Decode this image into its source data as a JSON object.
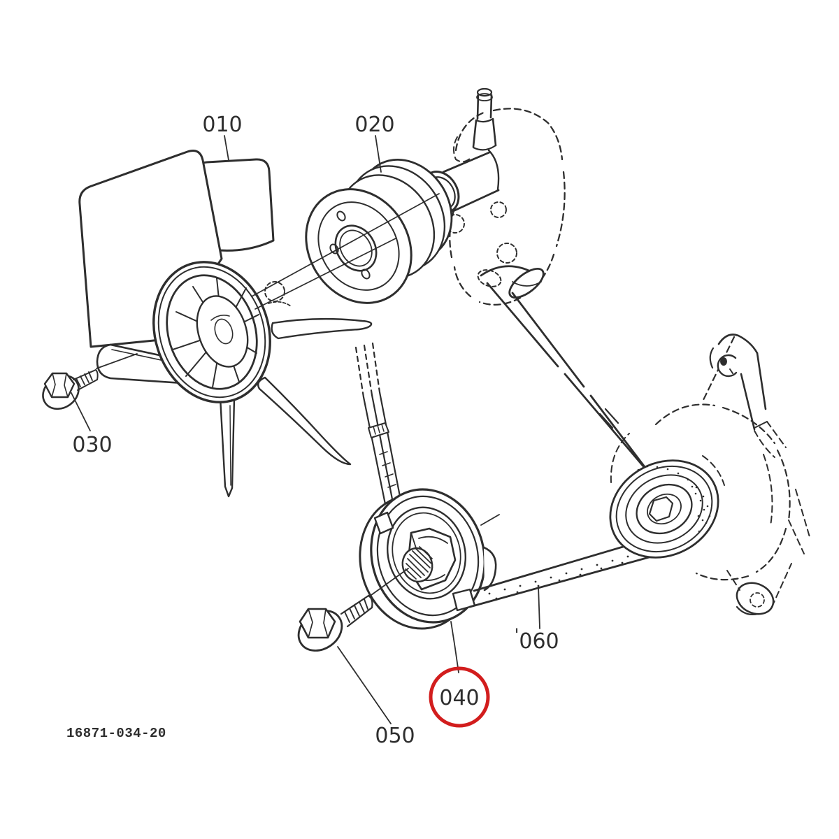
{
  "diagram": {
    "drawing_number": "16871-034-20",
    "highlight_color": "#d21d1d",
    "line_color": "#2e2e2e",
    "background": "#ffffff",
    "callouts": [
      {
        "id": "010",
        "part": "cooling-fan",
        "highlighted": false
      },
      {
        "id": "020",
        "part": "fan-pulley",
        "highlighted": false
      },
      {
        "id": "030",
        "part": "flange-bolt",
        "highlighted": false
      },
      {
        "id": "040",
        "part": "crankshaft-pulley",
        "highlighted": true
      },
      {
        "id": "050",
        "part": "flange-bolt",
        "highlighted": false
      },
      {
        "id": "060",
        "part": "fan-belt",
        "highlighted": false
      }
    ],
    "belt_label_tick": "'"
  }
}
